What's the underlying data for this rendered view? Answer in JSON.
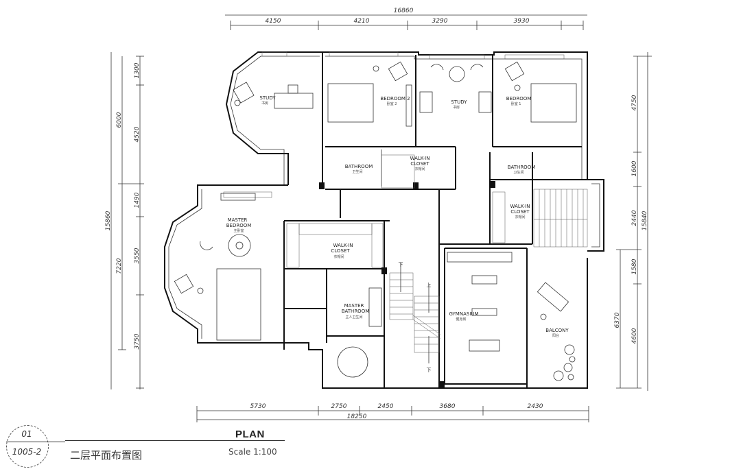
{
  "drawing": {
    "title": "PLAN",
    "chinese_title": "二层平面布置图",
    "scale": "Scale 1:100",
    "reference": {
      "number": "01",
      "sheet": "1005-2"
    }
  },
  "dimensions": {
    "top": {
      "overall": "16860",
      "segments": [
        "4150",
        "4210",
        "3290",
        "3930"
      ]
    },
    "bottom": {
      "overall": "18250",
      "segments": [
        "5730",
        "2750",
        "2450",
        "3680",
        "2430"
      ]
    },
    "left": {
      "overall": "15860",
      "middle": [
        "6000",
        "7220"
      ],
      "inner": [
        "1300",
        "4520",
        "1490",
        "3550",
        "3750"
      ]
    },
    "right": {
      "overall": "15840",
      "outer_partial": "6370",
      "inner": [
        "4750",
        "1600",
        "2440",
        "1580",
        "4600"
      ]
    }
  },
  "rooms": {
    "study_left": {
      "en": "STUDY",
      "cn": "书房"
    },
    "bedroom2": {
      "en": "BEDROOM 2",
      "cn": "卧室 2"
    },
    "study_center": {
      "en": "STUDY",
      "cn": "书房"
    },
    "bedroom1": {
      "en": "BEDROOM",
      "cn": "卧室 1"
    },
    "bathroom_a": {
      "en": "BATHROOM",
      "cn": "卫生间"
    },
    "walkin_a": {
      "en1": "WALK-IN",
      "en2": "CLOSET",
      "cn": "衣帽间"
    },
    "bathroom_b": {
      "en": "BATHROOM",
      "cn": "卫生间"
    },
    "walkin_b": {
      "en1": "WALK-IN",
      "en2": "CLOSET",
      "cn": "衣帽间"
    },
    "master_bedroom": {
      "en1": "MASTER",
      "en2": "BEDROOM",
      "cn": "主卧室"
    },
    "walkin_master": {
      "en1": "WALK-IN",
      "en2": "CLOSET",
      "cn": "衣帽间"
    },
    "master_bathroom": {
      "en1": "MASTER",
      "en2": "BATHROOM",
      "cn": "主人卫生间"
    },
    "gymnasium": {
      "en": "GYMNASIUM",
      "cn": "健身房"
    },
    "balcony": {
      "en": "BALCONY",
      "cn": "阳台"
    }
  },
  "stairs": {
    "down_label": "下",
    "up_label": "上"
  }
}
